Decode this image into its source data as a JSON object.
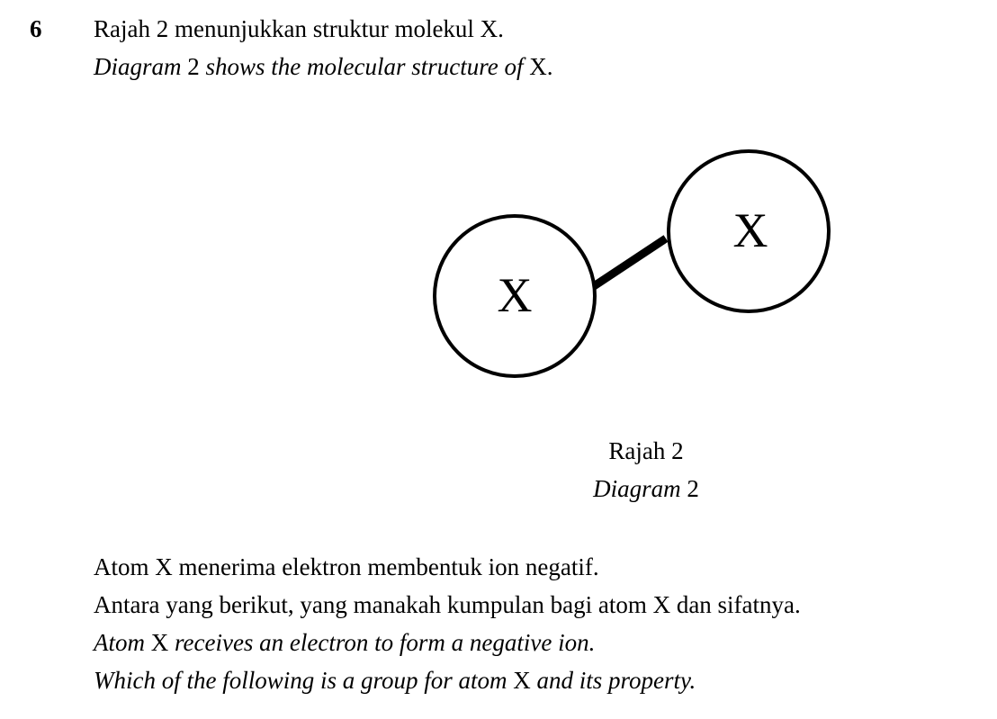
{
  "question": {
    "number": "6",
    "intro_ms": "Rajah 2 menunjukkan struktur molekul X.",
    "intro_en": {
      "part1": "Diagram",
      "part2": " 2 ",
      "part3": "shows the molecular structure of",
      "part4": " X."
    }
  },
  "diagram": {
    "atom_left_label": "X",
    "atom_right_label": "X",
    "caption_ms": "Rajah 2",
    "caption_en": {
      "part1": "Diagram",
      "part2": " 2"
    }
  },
  "body": {
    "line1_ms": "Atom X menerima elektron membentuk ion negatif.",
    "line2_ms": "Antara yang berikut, yang manakah kumpulan bagi atom X dan sifatnya.",
    "line3_en": {
      "part1": "Atom",
      "part2": " X ",
      "part3": "receives an electron to form a negative ion."
    },
    "line4_en": {
      "part1": "Which of the following is a group for atom",
      "part2": " X ",
      "part3": "and its property."
    }
  }
}
